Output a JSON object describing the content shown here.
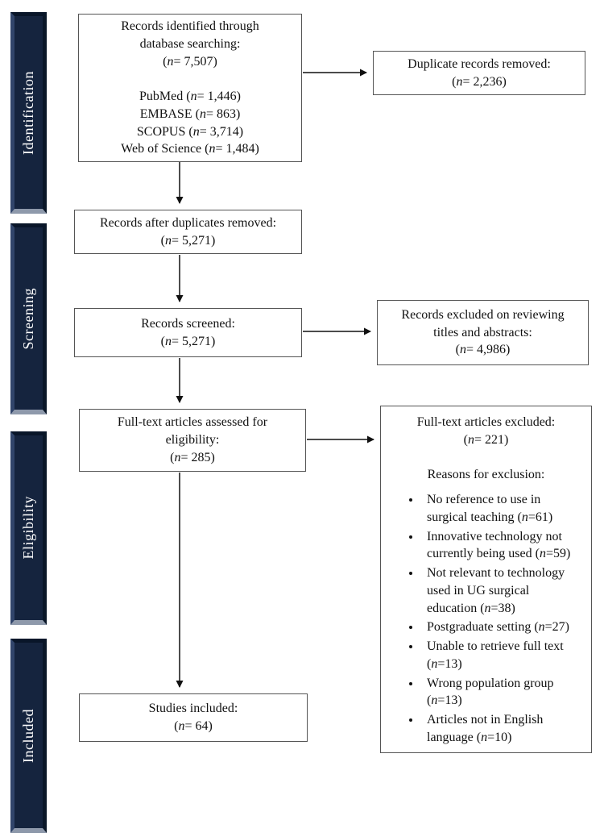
{
  "sidebar": {
    "bar_color": "#15243e",
    "text_color": "#ffffff",
    "stages": [
      "Identification",
      "Screening",
      "Eligibility",
      "Included"
    ]
  },
  "boxes": {
    "identified": {
      "lines": [
        "Records identified through",
        "database searching:",
        "(n= 7,507)",
        "",
        "PubMed (n= 1,446)",
        "EMBASE (n= 863)",
        "SCOPUS (n= 3,714)",
        "Web of Science (n= 1,484)"
      ]
    },
    "duplicates_removed": {
      "lines": [
        "Duplicate records removed:",
        "(n= 2,236)"
      ]
    },
    "after_duplicates": {
      "lines": [
        "Records after duplicates removed:",
        "(n= 5,271)"
      ]
    },
    "screened": {
      "lines": [
        "Records screened:",
        "(n= 5,271)"
      ]
    },
    "excluded_titles_abstracts": {
      "lines": [
        "Records excluded on reviewing",
        "titles and abstracts:",
        "(n= 4,986)"
      ]
    },
    "fulltext_assessed": {
      "lines": [
        "Full-text articles assessed for",
        "eligibility:",
        "(n= 285)"
      ]
    },
    "fulltext_excluded": {
      "lines": [
        "Full-text articles excluded:",
        "(n= 221)",
        "",
        "Reasons for exclusion:"
      ],
      "reasons": [
        "No reference to use in surgical teaching (n=61)",
        "Innovative technology not currently being used (n=59)",
        "Not relevant to technology used in UG surgical education (n=38)",
        "Postgraduate setting (n=27)",
        "Unable to retrieve full text (n=13)",
        "Wrong population group (n=13)",
        "Articles not in English language (n=10)"
      ]
    },
    "studies_included": {
      "lines": [
        "Studies included:",
        "(n= 64)"
      ]
    }
  }
}
